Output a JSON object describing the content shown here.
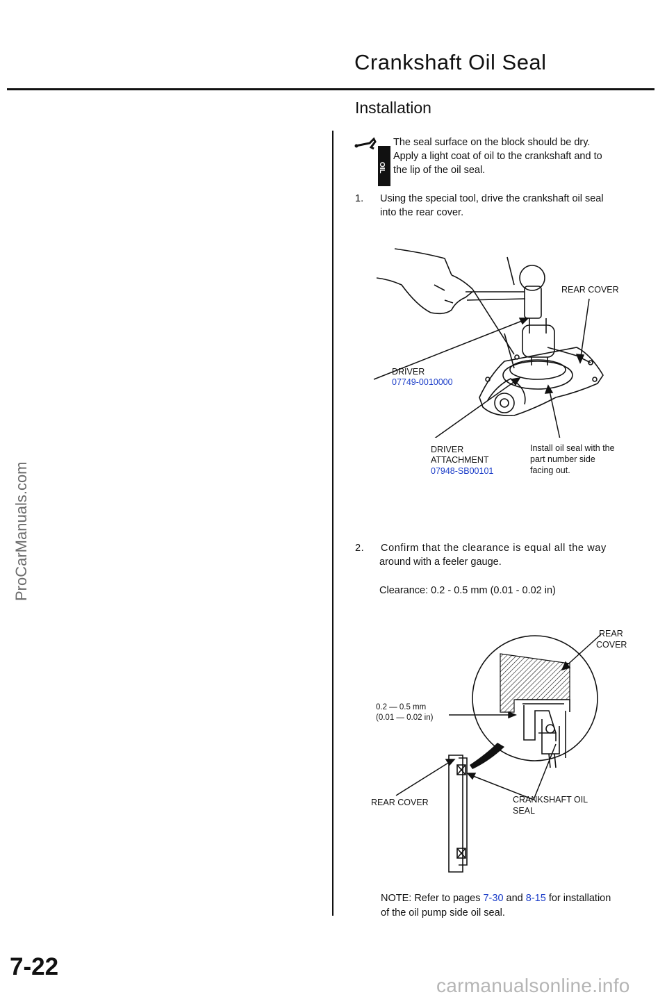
{
  "header": {
    "title": "Crankshaft Oil Seal"
  },
  "section": {
    "title": "Installation"
  },
  "oil_note": {
    "badge": "OIL",
    "line1": "The seal surface on the block should be dry.",
    "line2": "Apply a light coat of oil to the crankshaft and to",
    "line3": "the lip of the oil seal."
  },
  "steps": [
    {
      "number": "1.",
      "line1": "Using the special tool, drive the crankshaft oil seal",
      "line2": "into the rear cover."
    },
    {
      "number": "2.",
      "line1": "Confirm that the clearance is equal all the way",
      "line2": "around with a feeler gauge."
    }
  ],
  "figure1": {
    "rear_cover": "REAR COVER",
    "driver": "DRIVER",
    "driver_part": "07749-0010000",
    "attachment_1": "DRIVER",
    "attachment_2": "ATTACHMENT",
    "attachment_part": "07948-SB00101",
    "install_1": "Install oil seal with the",
    "install_2": "part number side",
    "install_3": "facing out."
  },
  "clearance_spec": "Clearance: 0.2 - 0.5 mm (0.01 - 0.02 in)",
  "figure2": {
    "rear_1": "REAR",
    "cover_1": "COVER",
    "mm": "0.2 — 0.5 mm",
    "inch": "(0.01 — 0.02 in)",
    "rear_cover": "REAR COVER",
    "seal_1": "CRANKSHAFT OIL",
    "seal_2": "SEAL"
  },
  "note": {
    "prefix": "NOTE: Refer to pages ",
    "link1": "7-30",
    "mid": " and ",
    "link2": "8-15",
    "suffix": " for installation",
    "line2": "of the oil pump side oil seal."
  },
  "page_number": "7-22",
  "watermark": "ProCarManuals.com",
  "footer_site": "carmanualsonline.info",
  "colors": {
    "link": "#1a3cc8",
    "text": "#111111",
    "watermark": "#6b6b6b"
  }
}
